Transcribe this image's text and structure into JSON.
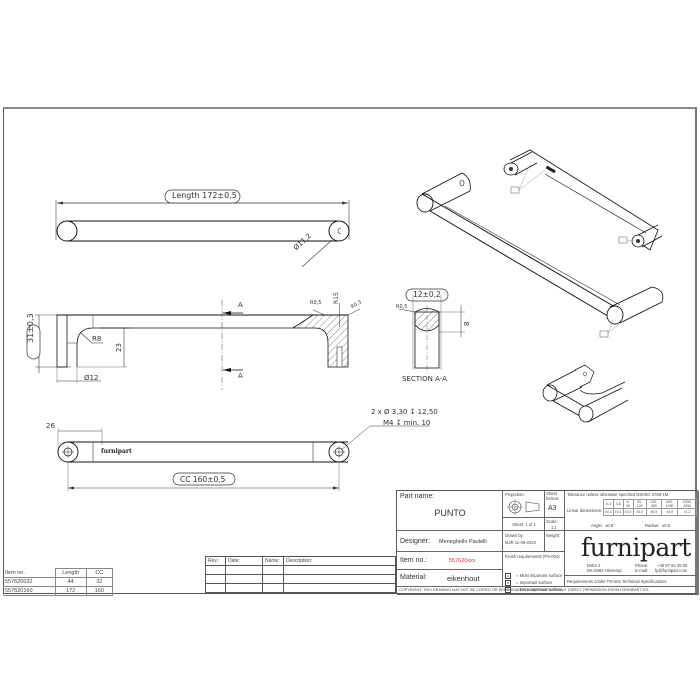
{
  "drawing": {
    "top_view": {
      "length_label": "Length 172±0,5",
      "diameter_label": "Ø11,2"
    },
    "side_view": {
      "height_label": "31±0,3",
      "radius_r8": "R8",
      "dim_23": "23",
      "diameter_12": "Ø12",
      "section_marker": "A",
      "radius_r05_left": "R0,5",
      "radius_r15": "R15",
      "radius_r05_right": "R0,5"
    },
    "section_view": {
      "width_label": "12±0,2",
      "radius_label": "R0,5",
      "dim_8": "8",
      "title": "SECTION A-A"
    },
    "bottom_view": {
      "dim_26": "26",
      "engraving": "furnipart",
      "cc_label": "CC 160±0,5",
      "hole_note_line1": "2 x Ø 3,30 ↧ 12,50",
      "hole_note_line2": "M4 ↧ min. 10"
    },
    "iso_view": {
      "surface_markers": [
        "A",
        "A",
        "C"
      ]
    }
  },
  "items_table": {
    "headers": [
      "Item no.",
      "Length",
      "CC"
    ],
    "rows": [
      [
        "557620032",
        "44",
        "32"
      ],
      [
        "557620160",
        "172",
        "160"
      ]
    ]
  },
  "revision_table": {
    "headers": [
      "Rev.:",
      "Date:",
      "Name:",
      "Description:"
    ],
    "empty_rows": 3
  },
  "title_block": {
    "part_name_label": "Part name:",
    "part_name": "PUNTO",
    "projection_label": "Projection:",
    "sheet_format_label": "Sheet format:",
    "sheet_format": "A3",
    "sheet_label": "Sheet: 1 of 1",
    "scale_label": "Scale:",
    "scale": "1:1",
    "designer_label": "Designer:",
    "designer": "Meneghello Paolelli",
    "drawn_by_label": "Drawn by:",
    "drawn_by": "MJR 11-09-2023",
    "weight_label": "Weight:",
    "item_no_label": "Item no.:",
    "item_no": "557620xxx",
    "item_no_color": "#e03030",
    "finish_label": "Finish requirements (PS-004)",
    "finish_items": [
      "= Most important surface",
      "= Important surface",
      "= Less important surface"
    ],
    "finish_codes": [
      "A",
      "B",
      "C"
    ],
    "material_label": "Material:",
    "material": "eikenhout",
    "tolerance_title": "Tolerance unless otherwise specified DS/ISO 2768-1M",
    "linear_label": "Linear dimensions:",
    "tolerance_ranges": [
      "0-3",
      "3-6",
      "6-30",
      "30-120",
      "120-400",
      "400-1000",
      "1000-2000"
    ],
    "tolerance_values": [
      "±0.1",
      "±0.1",
      "±0.2",
      "±0.3",
      "±0.5",
      "±0.8",
      "±1.2"
    ],
    "angle_label": "Angle:",
    "angle_value": "±0.5°",
    "radius_label": "Radius:",
    "radius_value": "±0.5",
    "logo": "furnipart",
    "address_line1": "Delta 2",
    "address_line2": "DK-8382 Hinnerup",
    "phone_label": "Phone:",
    "phone": "+45 87 64 35 00",
    "email_label": "E-mail:",
    "email": "fp@furnipart.com",
    "requirements": "Requirements confer PS-001 Technical Specifications",
    "copyright": "COPYRIGHT: THIS DRAWING MAY NOT BE COPIED OR REPRODUCED IN ANY WAY WITHOUT DIRECT PERMISSION FROM FURNIPART A/S"
  }
}
